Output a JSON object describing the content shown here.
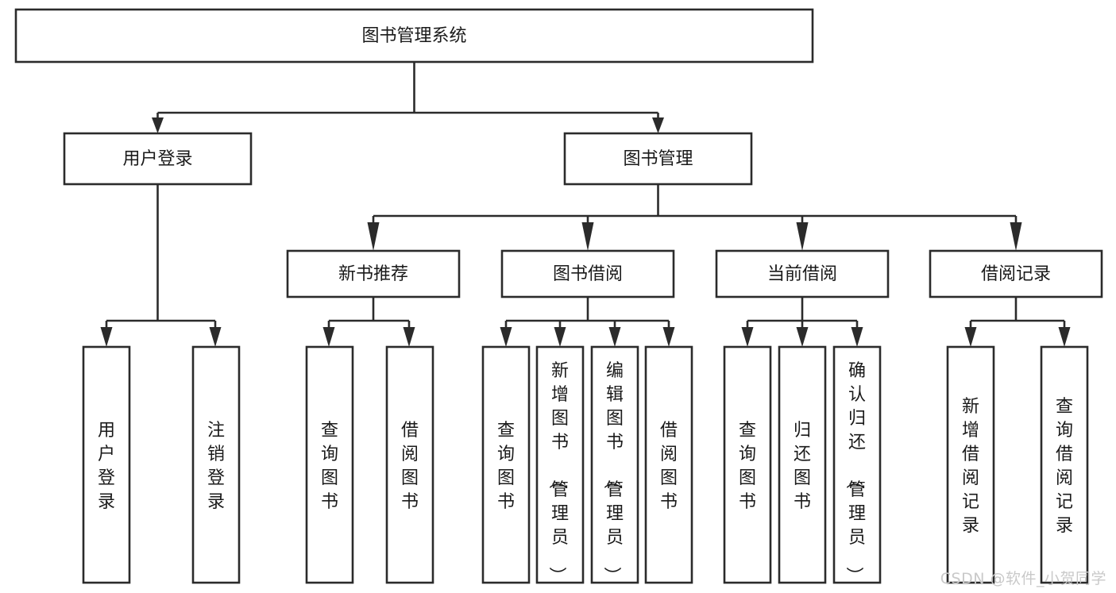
{
  "diagram": {
    "title": "图书管理系统",
    "type": "tree",
    "orientation": "top-down",
    "colors": {
      "box_stroke": "#2b2b2b",
      "box_fill": "#ffffff",
      "text": "#1a1a1a",
      "connector": "#2b2b2b",
      "background": "#ffffff",
      "watermark": "#c9c9c9"
    },
    "root": {
      "label": "图书管理系统"
    },
    "level1": [
      {
        "label": "用户登录"
      },
      {
        "label": "图书管理"
      }
    ],
    "level2": [
      {
        "label": "新书推荐"
      },
      {
        "label": "图书借阅"
      },
      {
        "label": "当前借阅"
      },
      {
        "label": "借阅记录"
      }
    ],
    "leaves": {
      "用户登录": [
        "用户登录",
        "注销登录"
      ],
      "新书推荐": [
        "查询图书",
        "借阅图书"
      ],
      "图书借阅": [
        "查询图书",
        "新增图书（管理员）",
        "编辑图书（管理员）",
        "借阅图书"
      ],
      "当前借阅": [
        "查询图书",
        "归还图书",
        "确认归还（管理员）"
      ],
      "借阅记录": [
        "新增借阅记录",
        "查询借阅记录"
      ]
    }
  },
  "watermark": {
    "text": "CSDN @软件_小贺同学"
  }
}
